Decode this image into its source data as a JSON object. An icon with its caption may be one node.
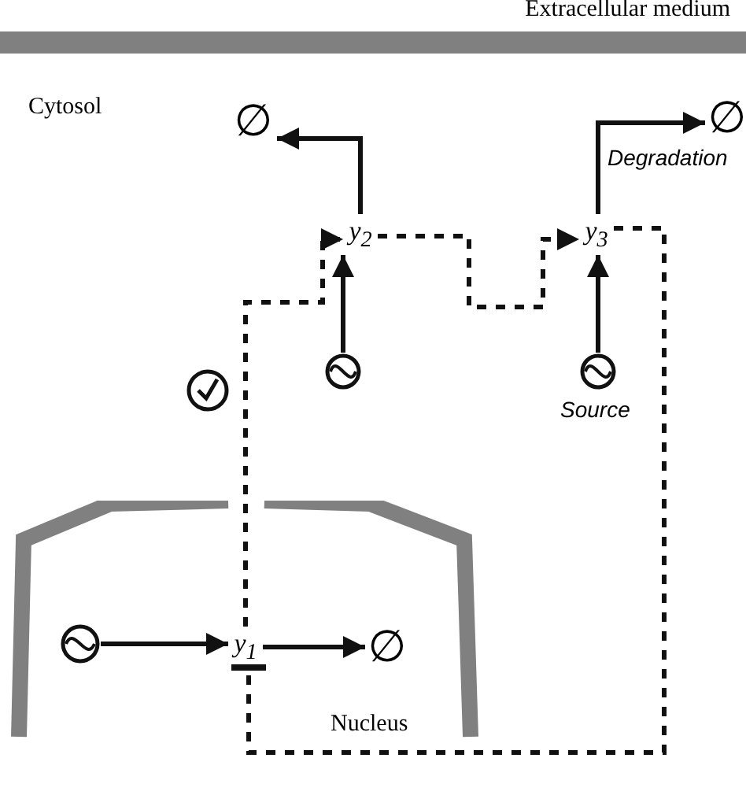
{
  "diagram": {
    "nodes": [
      {
        "text": [
          "Extracellular medium"
        ]
      },
      {
        "text": [
          "Cytosol"
        ]
      },
      {
        "text": [
          "Nucleus"
        ],
        "in": 1
      },
      {
        "text": [],
        "shape": "circle",
        "in": 2
      },
      {
        "text": [
          "y$_{1}$"
        ],
        "in": 2
      },
      {
        "text": [
          "∅"
        ],
        "in": 2
      },
      {
        "text": [],
        "shape": "circle",
        "in": 1
      },
      {
        "text": [
          "y$_{2}$"
        ],
        "in": 1
      },
      {
        "text": [
          "∅"
        ],
        "in": 1
      },
      {
        "text": [],
        "shape": "circle",
        "in": 1,
        "beside": [
          "Source"
        ]
      },
      {
        "text": [
          "y$_{3}$"
        ],
        "in": 1
      },
      {
        "text": [
          "∅"
        ],
        "in": 1,
        "beside": [
          "Degradation"
        ]
      },
      {
        "text": [],
        "shape": "circle",
        "in": 1
      }
    ],
    "edges": [
      {
        "from": 3,
        "to": 4,
        "arrow": "to"
      },
      {
        "from": 4,
        "to": 5,
        "arrow": "to"
      },
      {
        "from": 6,
        "to": 7,
        "arrow": "to"
      },
      {
        "from": 7,
        "to": 8,
        "arrow": "to"
      },
      {
        "from": 9,
        "to": 10,
        "arrow": "to"
      },
      {
        "from": 10,
        "to": 11,
        "arrow": "to"
      },
      {
        "from": 4,
        "to": 7,
        "arrow": "to",
        "style": "dashed"
      },
      {
        "from": 7,
        "to": 10,
        "arrow": "to",
        "style": "dashed"
      },
      {
        "from": 10,
        "to": 4,
        "arrow": "other",
        "style": "dashed"
      }
    ]
  }
}
